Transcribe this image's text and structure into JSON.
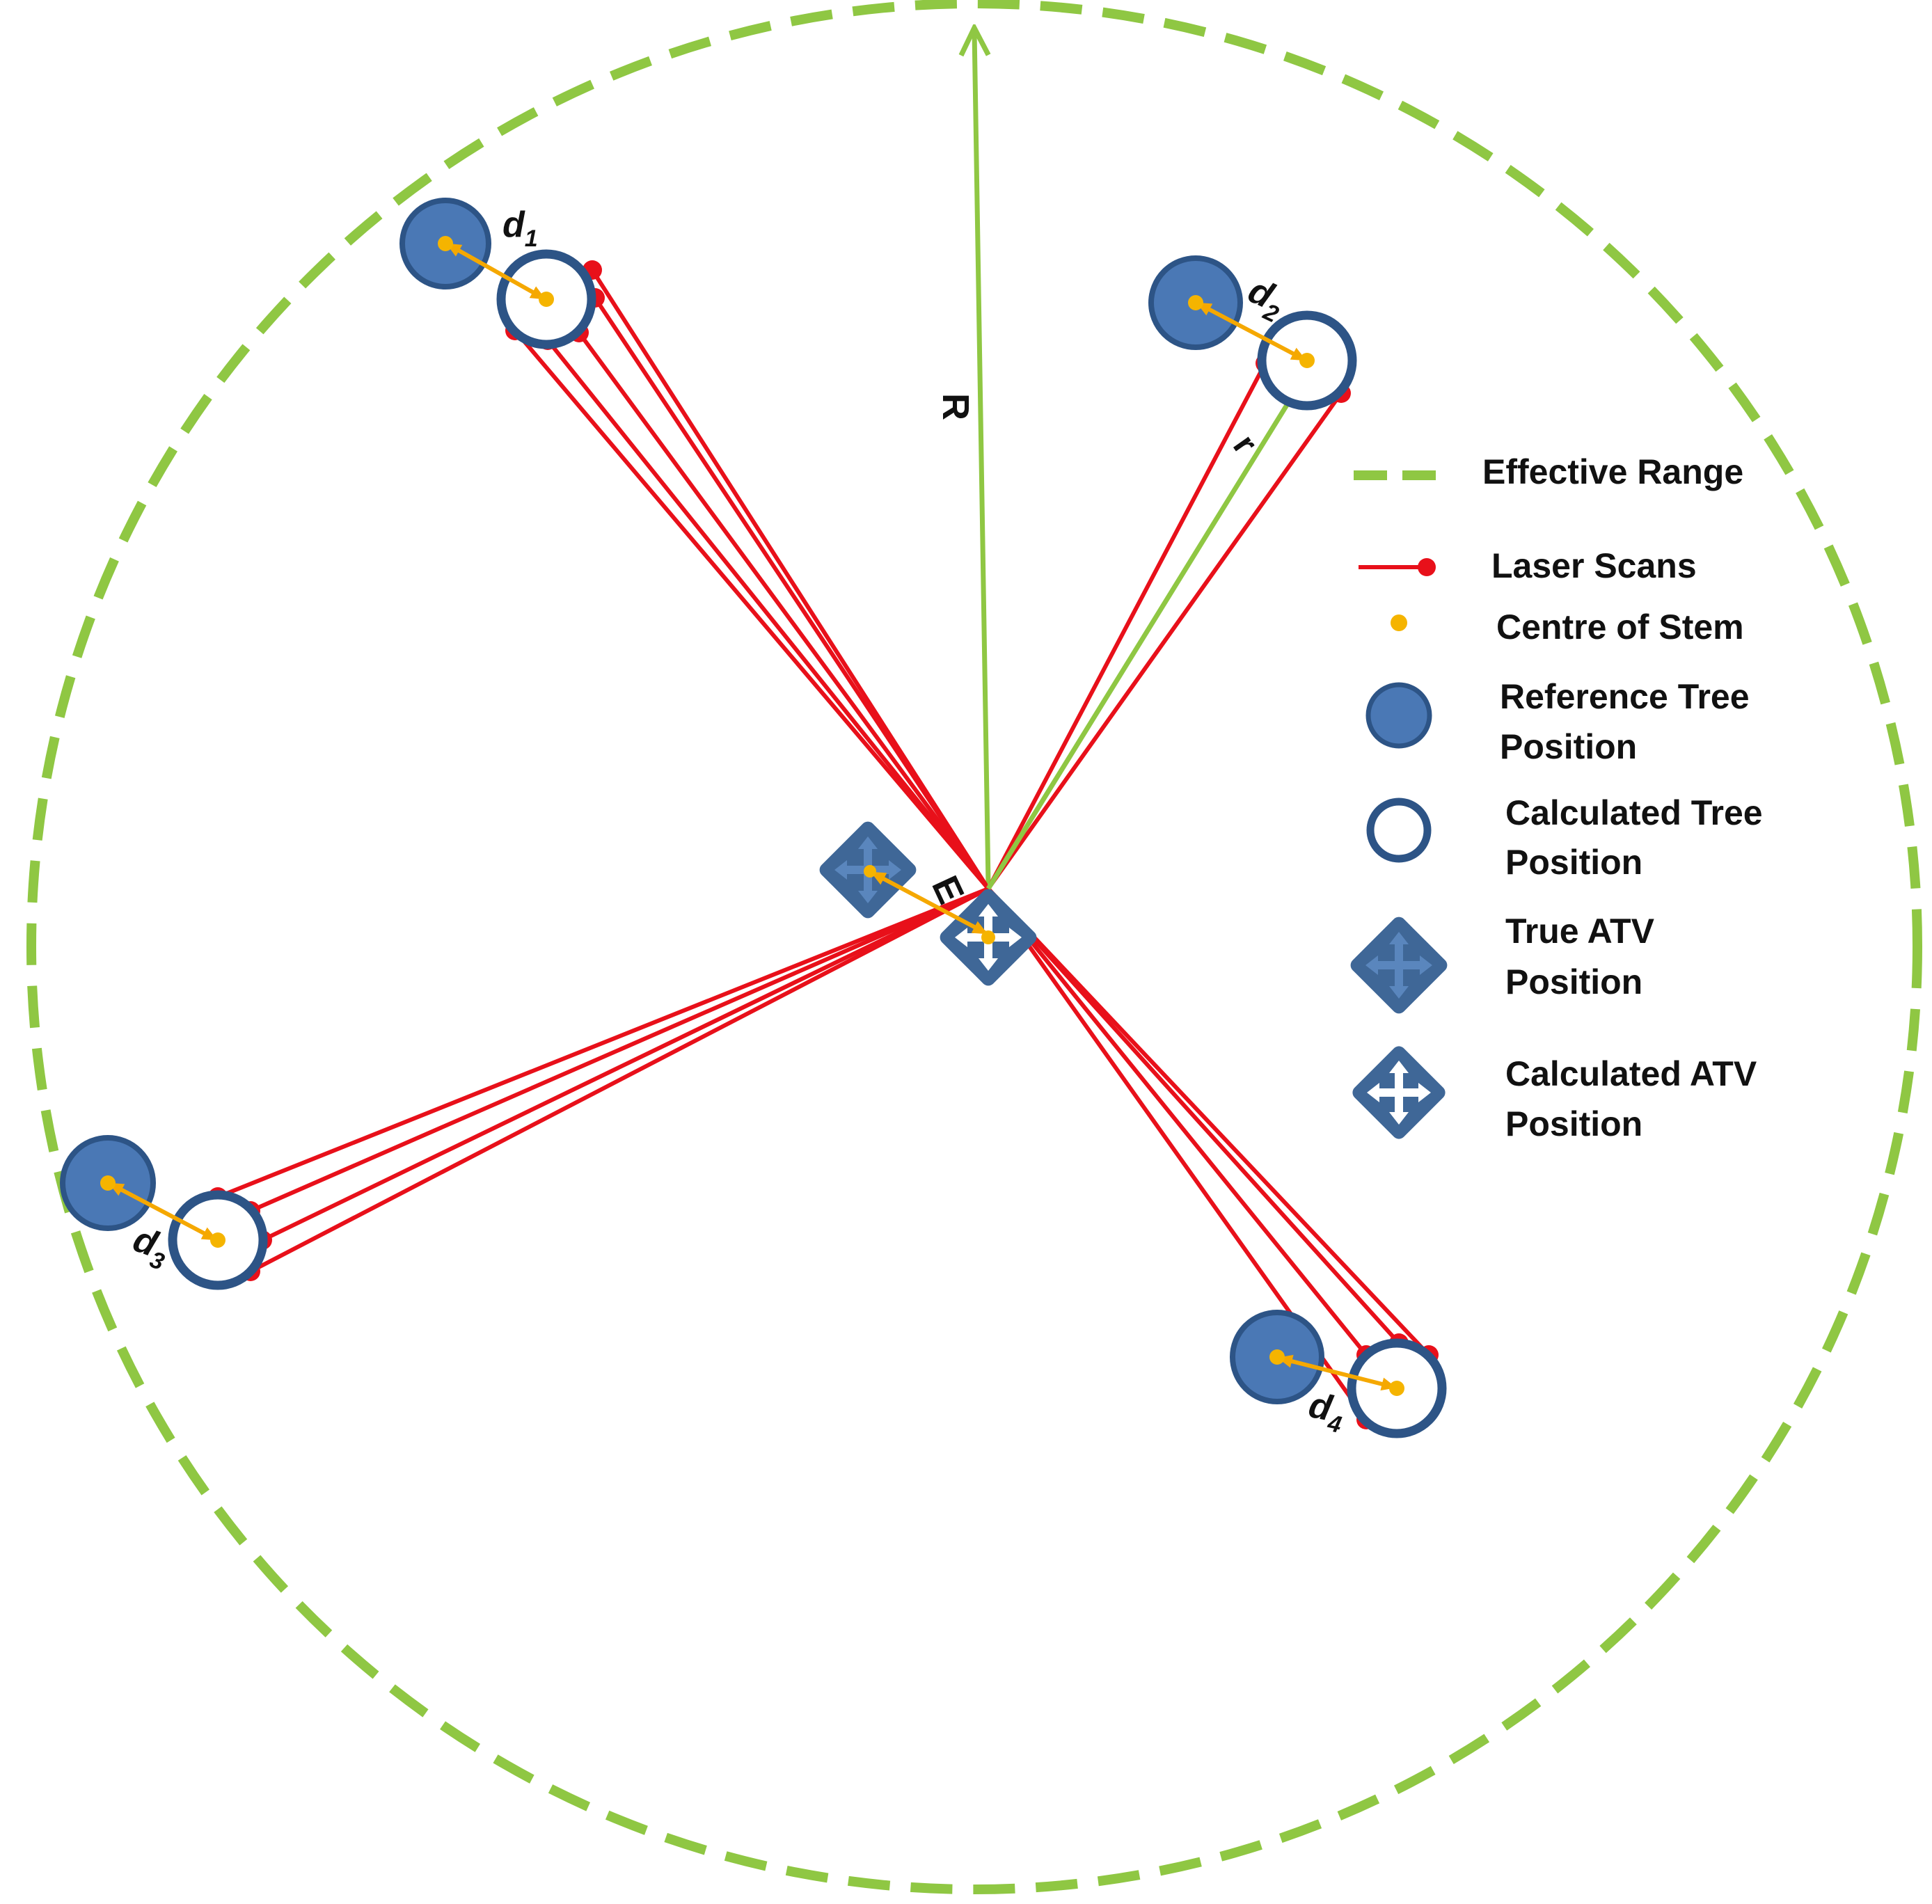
{
  "colors": {
    "range": "#8fc743",
    "laser": "#e8101a",
    "laser_dot": "#e8101a",
    "stem_centre": "#f5b400",
    "offset_arrow": "#f5a800",
    "tree_fill": "#4a78b5",
    "tree_stroke": "#2d5486",
    "calc_ring": "#2d5486",
    "atv_fill": "#3f6797",
    "atv_cross": "#5a86bd",
    "text": "#111111"
  },
  "labels": {
    "R": "R",
    "r": "r",
    "E": "E",
    "d1": "d",
    "d1_sub": "1",
    "d2": "d",
    "d2_sub": "2",
    "d3": "d",
    "d3_sub": "3",
    "d4": "d",
    "d4_sub": "4"
  },
  "legend": {
    "effective_range": "Effective Range",
    "laser_scans": "Laser Scans",
    "centre_of_stem": "Centre of Stem",
    "reference_tree_line1": "Reference Tree",
    "reference_tree_line2": "Position",
    "calculated_tree_line1": "Calculated Tree",
    "calculated_tree_line2": "Position",
    "true_atv_line1": "True ATV",
    "true_atv_line2": "Position",
    "calculated_atv_line1": "Calculated ATV",
    "calculated_atv_line2": "Position"
  },
  "icons": {
    "reference_tree": "filled-circle",
    "calculated_tree": "hollow-ring",
    "true_atv": "diamond-with-arrow-cross",
    "calculated_atv": "diamond-with-white-cross",
    "stem_centre": "small-dot",
    "laser_hit": "red-dot"
  }
}
